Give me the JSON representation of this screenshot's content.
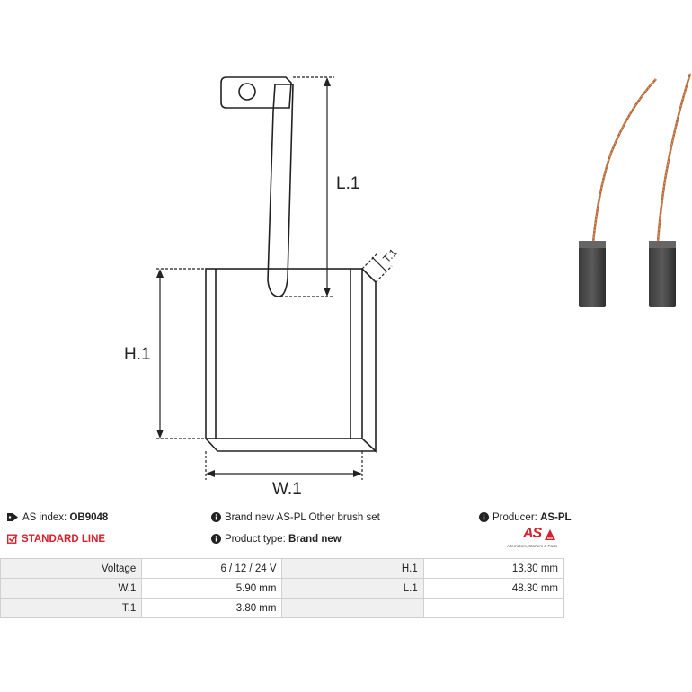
{
  "drawing": {
    "label_l1": "L.1",
    "label_h1": "H.1",
    "label_w1": "W.1",
    "label_t1": "T.1"
  },
  "info": {
    "as_index_label": "AS index:",
    "as_index_value": "OB9048",
    "line_label": "STANDARD LINE",
    "description": "Brand new AS-PL Other brush set",
    "product_type_label": "Product type:",
    "product_type_value": "Brand new",
    "producer_label": "Producer:",
    "producer_value": "AS-PL"
  },
  "logo": {
    "mark": "AS",
    "tagline": "Alternators, Starters & Parts"
  },
  "specs": {
    "rows": [
      {
        "l1": "Voltage",
        "v1": "6 / 12 / 24 V",
        "l2": "H.1",
        "v2": "13.30 mm"
      },
      {
        "l1": "W.1",
        "v1": "5.90 mm",
        "l2": "L.1",
        "v2": "48.30 mm"
      },
      {
        "l1": "T.1",
        "v1": "3.80 mm",
        "l2": "",
        "v2": ""
      }
    ]
  },
  "colors": {
    "accent": "#d6202a",
    "line": "#222222",
    "table_label_bg": "#f0f0f0",
    "table_border": "#d0d0d0"
  }
}
